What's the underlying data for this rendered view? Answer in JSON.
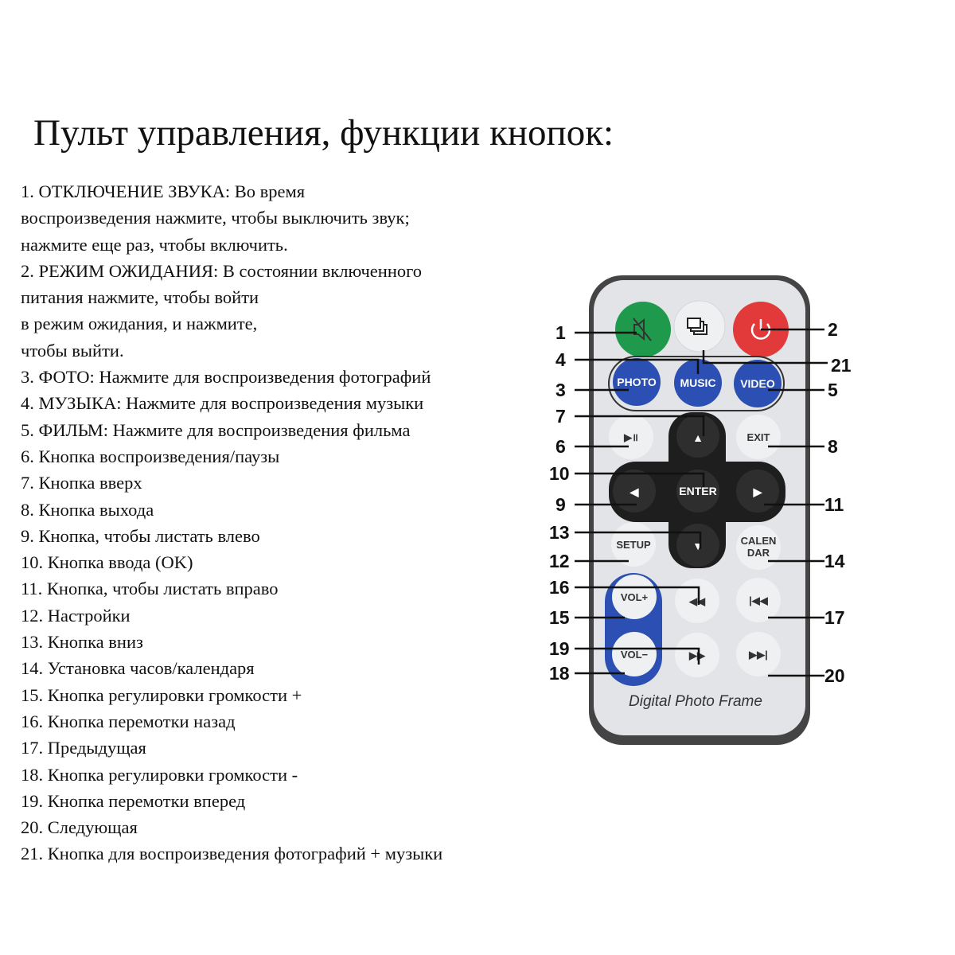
{
  "title": "Пульт управления, функции кнопок:",
  "lines": [
    "1. ОТКЛЮЧЕНИЕ ЗВУКА: Во время",
    "воспроизведения нажмите, чтобы выключить звук;",
    "нажмите еще раз, чтобы включить.",
    "2. РЕЖИМ ОЖИДАНИЯ: В состоянии включенного",
    "питания нажмите, чтобы войти",
    "в режим ожидания, и нажмите,",
    "чтобы выйти.",
    "3. ФОТО: Нажмите для воспроизведения фотографий",
    "4. МУЗЫКА: Нажмите для воспроизведения музыки",
    "5. ФИЛЬМ: Нажмите для воспроизведения фильма",
    "6. Кнопка воспроизведения/паузы",
    "7. Кнопка вверх",
    "8. Кнопка выхода",
    "9. Кнопка, чтобы листать влево",
    "10. Кнопка ввода (OK)",
    "11. Кнопка, чтобы листать вправо",
    "12. Настройки",
    "13. Кнопка вниз",
    "14. Установка часов/календаря",
    "15. Кнопка регулировки громкости +",
    "16. Кнопка перемотки назад",
    "17. Предыдущая",
    "18. Кнопка регулировки громкости -",
    "19. Кнопка перемотки вперед",
    "20. Следующая",
    "21. Кнопка для воспроизведения фотографий + музыки"
  ],
  "remote": {
    "brand": "Digital Photo Frame",
    "buttons": {
      "photo": "PHOTO",
      "music": "MUSIC",
      "video": "VIDEO",
      "play_pause": "▶॥",
      "exit": "EXIT",
      "enter": "ENTER",
      "up": "▲",
      "down": "▼",
      "left": "◀",
      "right": "▶",
      "setup": "SETUP",
      "calen": "CALEN",
      "dar": "DAR",
      "vol_up": "VOL+",
      "vol_down": "VOL−",
      "rewind": "◀◀",
      "prev": "|◀◀",
      "ff": "▶▶",
      "next": "▶▶|"
    },
    "callouts": [
      "1",
      "2",
      "3",
      "4",
      "5",
      "6",
      "7",
      "8",
      "9",
      "10",
      "11",
      "12",
      "13",
      "14",
      "15",
      "16",
      "17",
      "18",
      "19",
      "20",
      "21"
    ],
    "colors": {
      "mute": "#1f9a4c",
      "power": "#e23a3a",
      "media": "#2b4fb2",
      "body": "#e2e4e7",
      "dpad": "#1e1e1e"
    }
  }
}
